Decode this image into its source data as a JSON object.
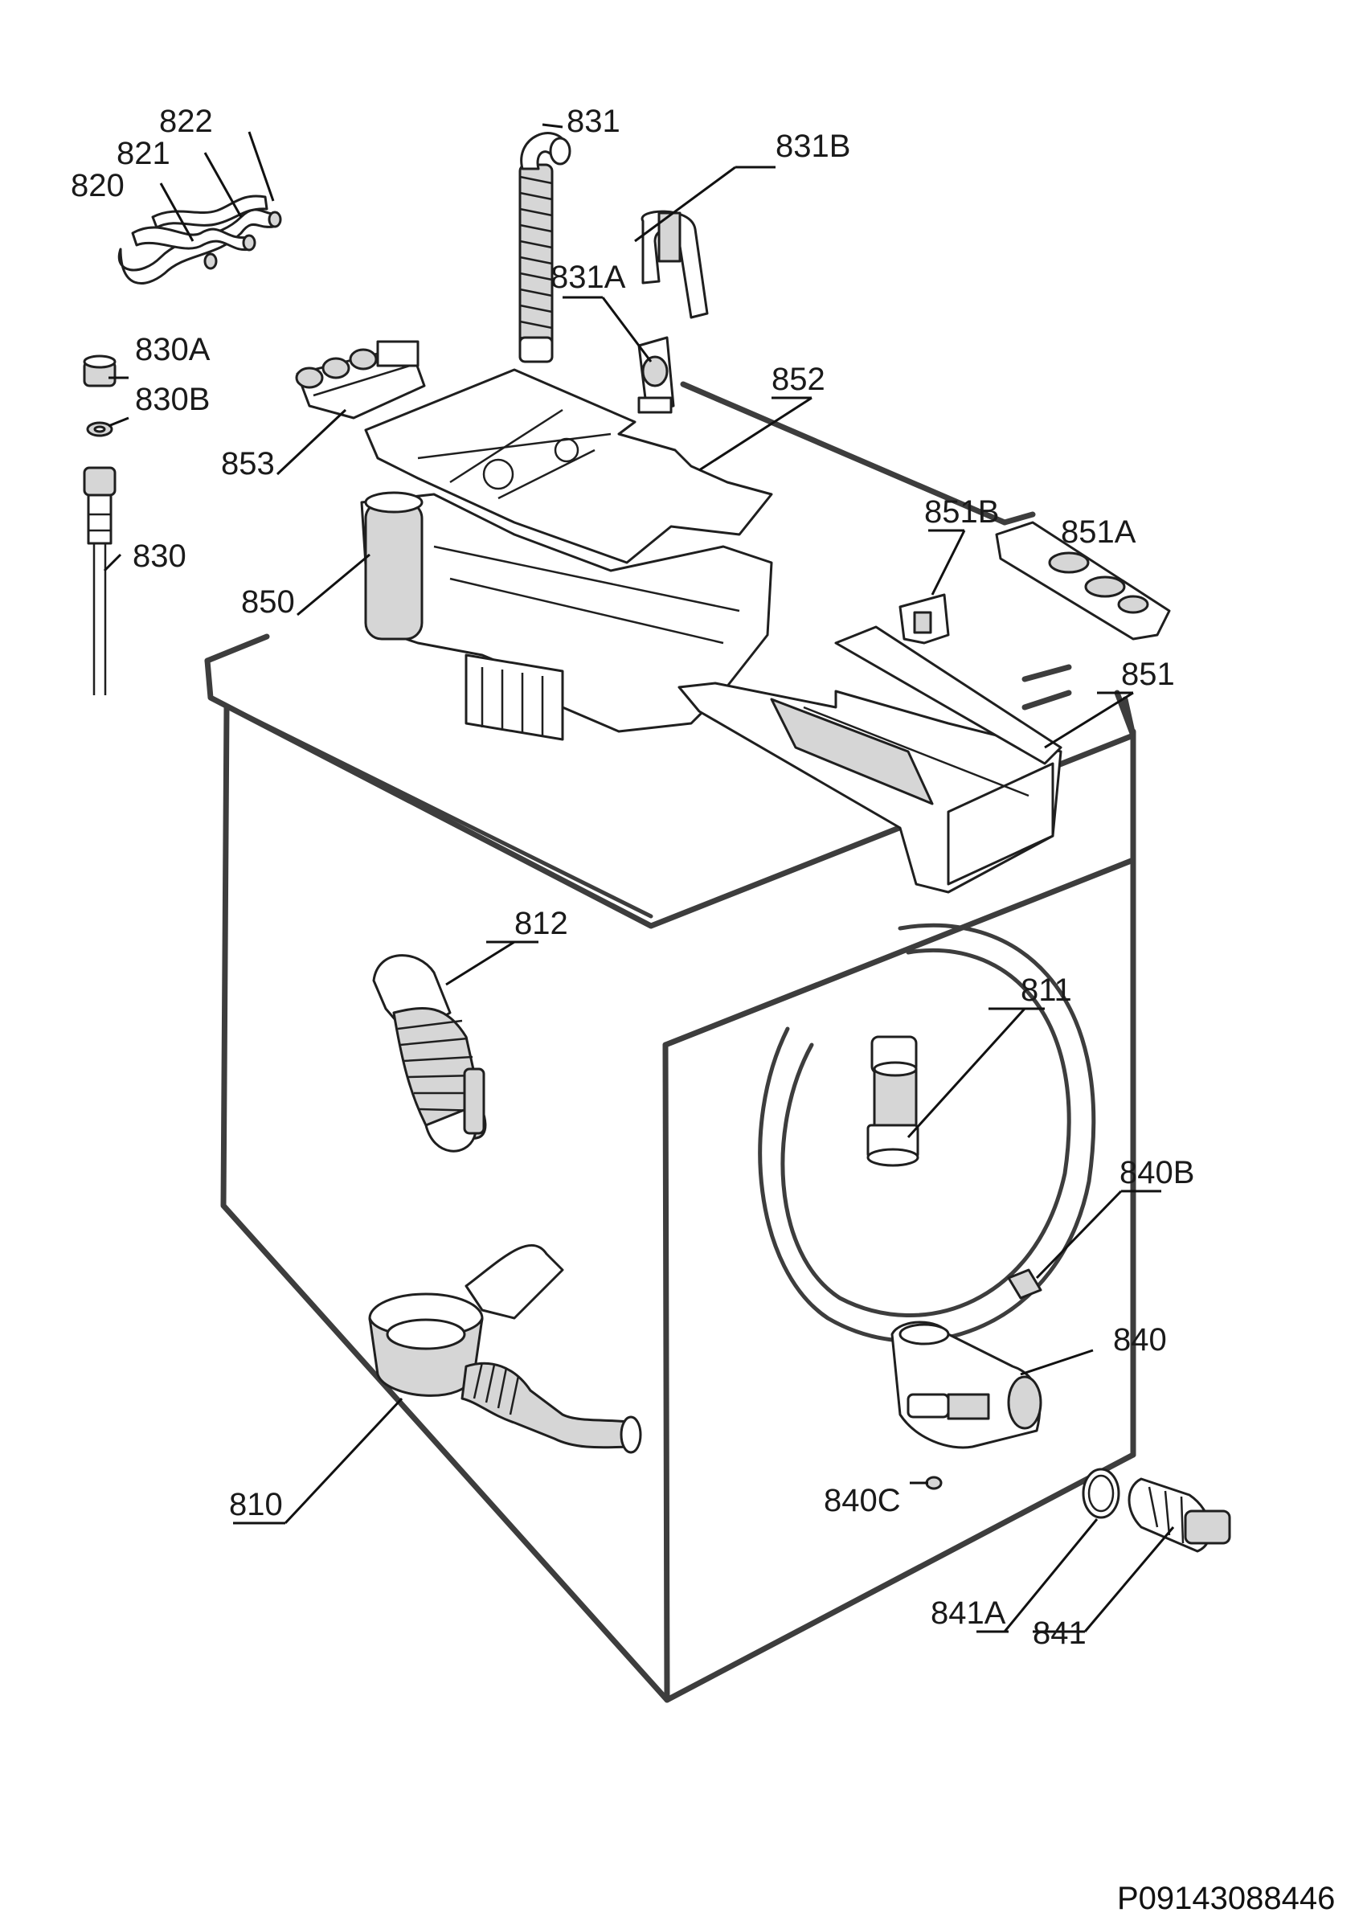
{
  "labels": {
    "p810": "810",
    "p811": "811",
    "p812": "812",
    "p820": "820",
    "p821": "821",
    "p822": "822",
    "p830": "830",
    "p830a": "830A",
    "p830b": "830B",
    "p831": "831",
    "p831a": "831A",
    "p831b": "831B",
    "p840": "840",
    "p840b": "840B",
    "p840c": "840C",
    "p841": "841",
    "p841a": "841A",
    "p850": "850",
    "p851": "851",
    "p851a": "851A",
    "p851b": "851B",
    "p852": "852",
    "p853": "853"
  },
  "reference_code": "P09143088446"
}
